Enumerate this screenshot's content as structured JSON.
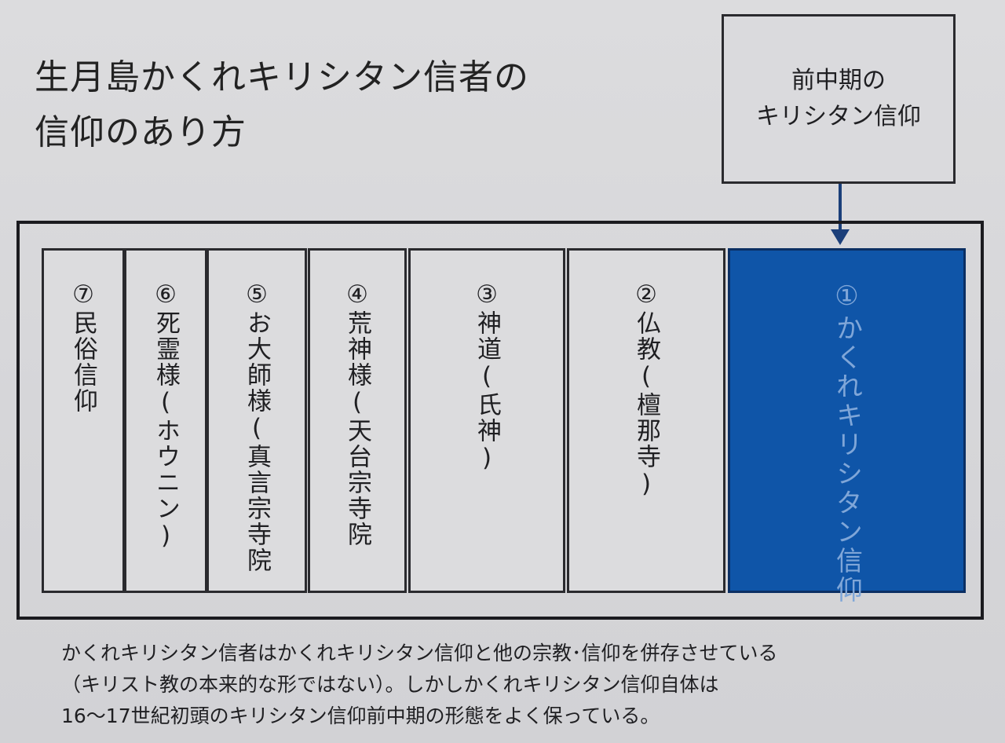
{
  "title": {
    "line1": "生月島かくれキリシタン信者の",
    "line2": "信仰のあり方"
  },
  "source_box": {
    "line1": "前中期の",
    "line2": "キリシタン信仰"
  },
  "columns": [
    {
      "label": "⑦民俗信仰"
    },
    {
      "label": "⑥死霊様(ホウニン)"
    },
    {
      "label": "⑤お大師様(真言宗寺院"
    },
    {
      "label": "④荒神様(天台宗寺院"
    },
    {
      "label": "③神道(氏神)"
    },
    {
      "label": "②仏教(檀那寺)"
    },
    {
      "label": "①かくれキリシタン信仰"
    }
  ],
  "colors": {
    "highlight_fill": "#0f55a8",
    "highlight_text": "#7fa6d8",
    "arrow": "#1b3f7a"
  },
  "caption": {
    "line1": "かくれキリシタン信者はかくれキリシタン信仰と他の宗教･信仰を併存させている",
    "line2": "（キリスト教の本来的な形ではない）。しかしかくれキリシタン信仰自体は",
    "line3": "16〜17世紀初頭のキリシタン信仰前中期の形態をよく保っている。"
  }
}
